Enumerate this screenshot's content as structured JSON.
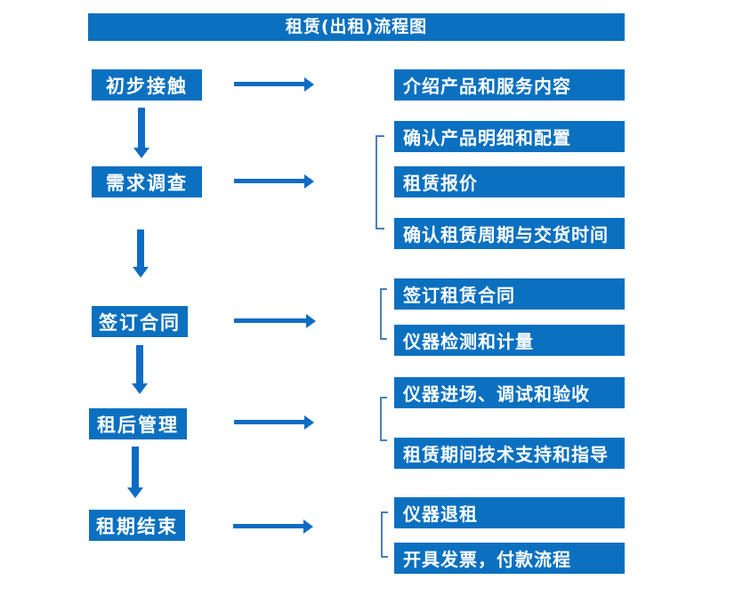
{
  "title": "租赁(出租)流程图",
  "colors": {
    "box_blue": "#0b70c0",
    "arrow_blue": "#0e6cc4",
    "bracket_blue": "#4a7ebc",
    "text": "#ffffff",
    "background": "#ffffff"
  },
  "rows": [
    {
      "step": "初步接触",
      "details": [
        "介绍产品和服务内容"
      ]
    },
    {
      "step": "需求调查",
      "details": [
        "确认产品明细和配置",
        "租赁报价",
        "确认租赁周期与交货时间"
      ]
    },
    {
      "step": "签订合同",
      "details": [
        "签订租赁合同",
        "仪器检测和计量"
      ]
    },
    {
      "step": "租后管理",
      "details": [
        "仪器进场、调试和验收",
        "租赁期间技术支持和指导"
      ]
    },
    {
      "step": "租期结束",
      "details": [
        "仪器退租",
        "开具发票，付款流程"
      ]
    }
  ]
}
